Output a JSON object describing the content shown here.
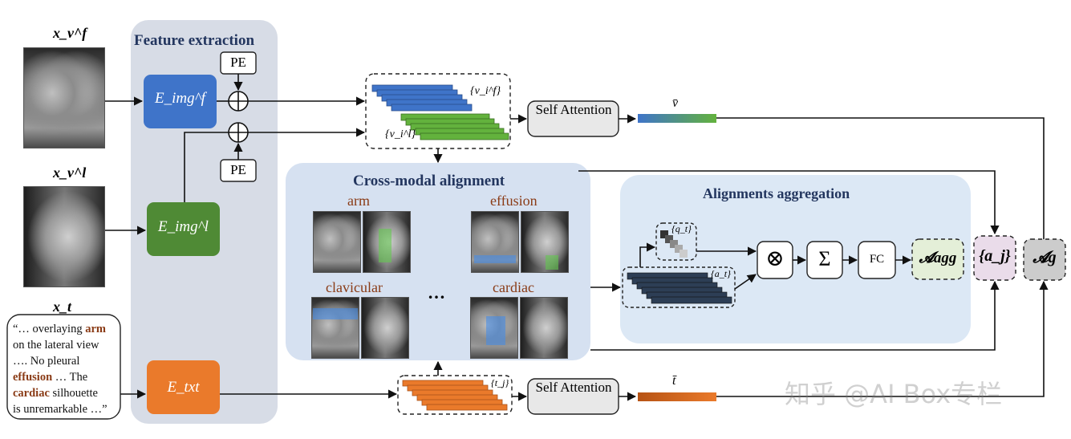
{
  "inputs": {
    "frontal_label": "x_v^f",
    "lateral_label": "x_v^l",
    "text_label": "x_t",
    "report_lines": [
      [
        "“… overlaying ",
        "arm",
        ""
      ],
      [
        "on the lateral view",
        "",
        ""
      ],
      [
        "…. No pleural",
        "",
        ""
      ],
      [
        "",
        "effusion",
        " … The"
      ],
      [
        "",
        "cardiac",
        " silhouette"
      ],
      [
        "is unremarkable …”",
        "",
        ""
      ]
    ]
  },
  "feature_extraction": {
    "title": "Feature extraction",
    "enc_frontal": "E_img^f",
    "enc_lateral": "E_img^l",
    "enc_text": "E_txt",
    "pe": "PE",
    "colors": {
      "frontal": "#3f74c9",
      "lateral": "#4f8a35",
      "text": "#ea7a2b",
      "panel": "#d7dce6"
    }
  },
  "tokens": {
    "visual_frontal": "{v_i^f}",
    "visual_lateral": "{v_i^l}",
    "text": "{t_j}"
  },
  "self_attention": "Self Attention",
  "pooled": {
    "visual": "v̄",
    "text": "t̄"
  },
  "cross_modal": {
    "title": "Cross-modal alignment",
    "captions": [
      "arm",
      "effusion",
      "clavicular",
      "cardiac"
    ],
    "ellipsis": "…"
  },
  "aggregation": {
    "title": "Alignments aggregation",
    "queries": "{q_t}",
    "alignments": "{a_t}",
    "otimes": "⊗",
    "sum": "Σ",
    "fc": "FC",
    "a_agg": "𝓐agg"
  },
  "outputs": {
    "a_j": "{a_j}",
    "a_g": "𝓐g"
  },
  "watermark": "知乎 @AI Box专栏"
}
